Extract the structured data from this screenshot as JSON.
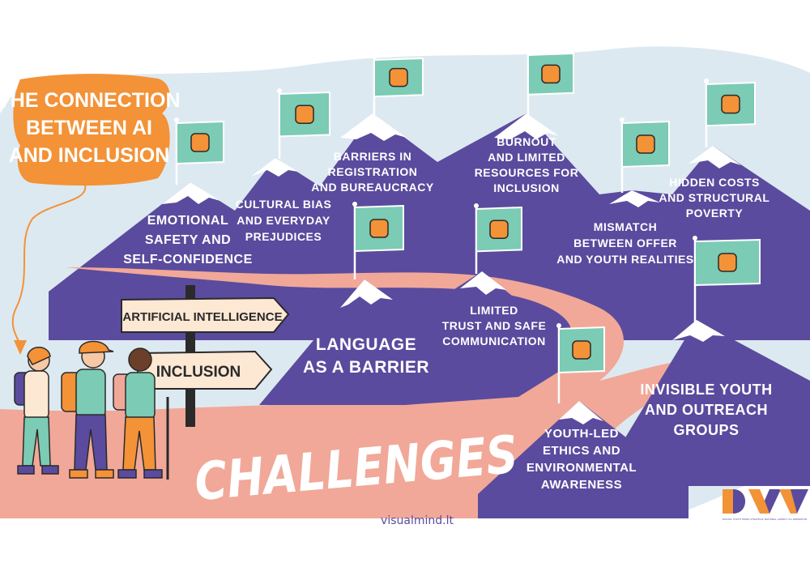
{
  "title": "THE CONNECTION BETWEEN AI AND INCLUSION",
  "title_lines": [
    "THE CONNECTION",
    "BETWEEN AI",
    "AND INCLUSION"
  ],
  "signs": {
    "top": "ARTIFICIAL INTELLIGENCE",
    "bottom": "INCLUSION"
  },
  "banner": "CHALLENGES",
  "mountains": [
    {
      "lines": [
        "EMOTIONAL",
        "SAFETY AND",
        "SELF-CONFIDENCE"
      ],
      "flag_icon": "shield-heart-icon"
    },
    {
      "lines": [
        "CULTURAL BIAS",
        "AND EVERYDAY",
        "PREJUDICES"
      ],
      "flag_icon": "scales-icon"
    },
    {
      "lines": [
        "BARRIERS IN",
        "REGISTRATION",
        "AND BUREAUCRACY"
      ],
      "flag_icon": "road-barrier-icon"
    },
    {
      "lines": [
        "BURNOUT",
        "AND LIMITED",
        "RESOURCES FOR",
        "INCLUSION"
      ],
      "flag_icon": "low-battery-icon"
    },
    {
      "lines": [
        "MISMATCH",
        "BETWEEN OFFER",
        "AND YOUTH REALITIES"
      ],
      "flag_icon": "puzzle-icon"
    },
    {
      "lines": [
        "HIDDEN COSTS",
        "AND STRUCTURAL",
        "POVERTY"
      ],
      "flag_icon": "euro-banknote-icon"
    },
    {
      "lines": [
        "LANGUAGE",
        "AS A BARRIER"
      ],
      "flag_icon": "translate-icon"
    },
    {
      "lines": [
        "LIMITED",
        "TRUST AND SAFE",
        "COMMUNICATION"
      ],
      "flag_icon": "padlock-icon"
    },
    {
      "lines": [
        "INVISIBLE YOUTH",
        "AND OUTREACH",
        "GROUPS"
      ],
      "flag_icon": "invisible-people-icon"
    },
    {
      "lines": [
        "YOUTH-LED",
        "ETHICS AND",
        "ENVIRONMENTAL",
        "AWARENESS"
      ],
      "flag_icon": "earth-in-hand-icon"
    }
  ],
  "credit": "visualmind.lt",
  "logo": {
    "letters": "DYW",
    "subtitle": "DIGITAL YOUTH WORK STRATEGIC NATIONAL AGENCY CO-OPERATION"
  },
  "colors": {
    "sky": "#dde9f1",
    "mountain": "#5a4b9e",
    "path": "#f1a898",
    "orange": "#f39237",
    "flag": "#7ccbb4",
    "sign": "#fde8d4"
  }
}
